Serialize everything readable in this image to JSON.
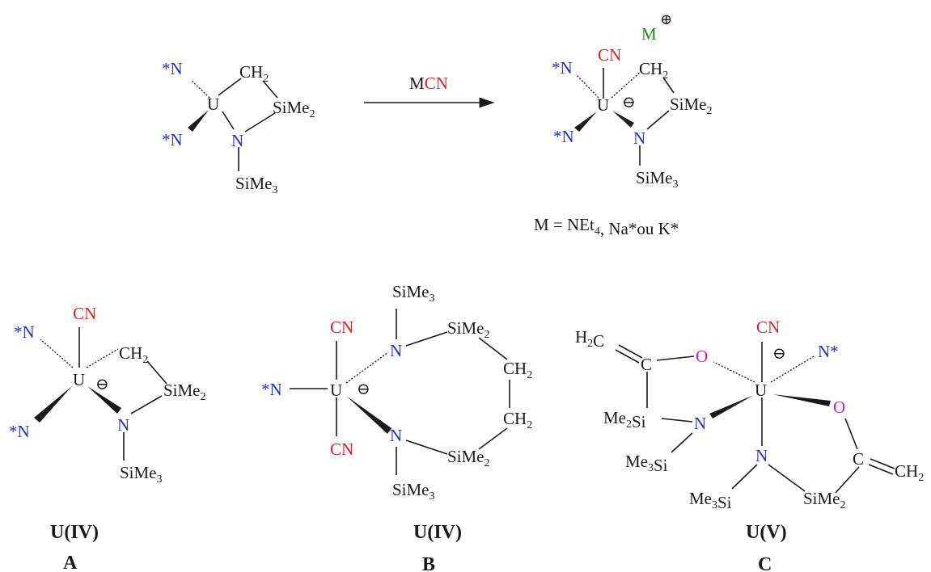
{
  "colors": {
    "atom_N": "#1f2fd6",
    "atom_CN": "#e02020",
    "atom_O": "#d21ad2",
    "cation_M": "#1e8a1e",
    "bond": "#1a1a1a"
  },
  "reaction": {
    "reagent_prefix": "M",
    "reagent_CN": "CN",
    "conditions": "M = NEt4, Na*ou K*"
  },
  "labels": {
    "U": "U",
    "N_star": "*N",
    "N_star_right": "N*",
    "N": "N",
    "CN": "CN",
    "O": "O",
    "C": "C",
    "CH2": "CH2",
    "H2C": "H2C",
    "SiMe2": "SiMe2",
    "SiMe3": "SiMe3",
    "Me2Si": "Me2Si",
    "Me3Si": "Me3Si",
    "M_cation": "M",
    "minus": "⊖",
    "plus": "⊕"
  },
  "compounds": [
    {
      "id": "A",
      "oxidation_state": "U(IV)"
    },
    {
      "id": "B",
      "oxidation_state": "U(IV)"
    },
    {
      "id": "C",
      "oxidation_state": "U(V)"
    }
  ]
}
